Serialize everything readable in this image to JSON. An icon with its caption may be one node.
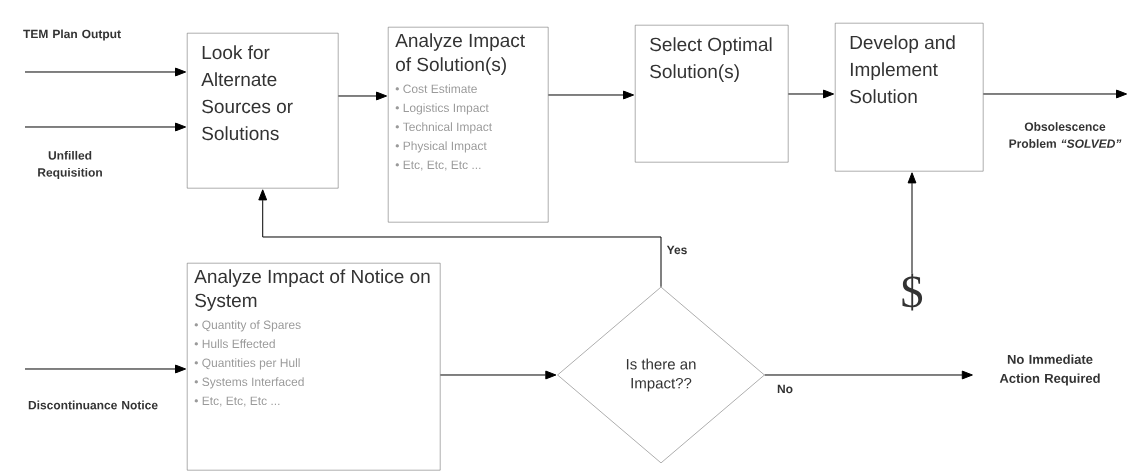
{
  "diagram": {
    "nodes": [
      {
        "text": [
          "Look for Alternate Sources or Solutions"
        ]
      },
      {
        "text": [
          "Analyze Impact of Solution(s)",
          "• Cost Estimate",
          "• Logistics Impact",
          "• Technical Impact",
          "• Physical Impact",
          "• Etc, Etc, Etc ..."
        ]
      },
      {
        "text": [
          "Select Optimal Solution(s)"
        ]
      },
      {
        "text": [
          "Develop and Implement Solution"
        ]
      },
      {
        "text": [
          "Analyze Impact of Notice on System",
          "• Quantity of Spares",
          "• Hulls Effected",
          "• Quantities per Hull",
          "• Systems Interfaced",
          "• Etc, Etc, Etc ..."
        ]
      },
      {
        "text": [
          "Is there an Impact??"
        ]
      },
      {
        "text": [
          "$"
        ]
      },
      {
        "text": [
          "No Immediate Action Required"
        ]
      }
    ],
    "edges": [
      {
        "from": null,
        "to": 0,
        "arrow": "to",
        "label": "TEM Plan Output"
      },
      {
        "from": null,
        "to": 0,
        "arrow": "to",
        "label": "Unfilled Requisition"
      },
      {
        "from": 0,
        "to": 1,
        "arrow": "to"
      },
      {
        "from": 1,
        "to": 2,
        "arrow": "to"
      },
      {
        "from": 2,
        "to": 3,
        "arrow": "to"
      },
      {
        "from": 3,
        "to": null,
        "arrow": "to",
        "label": "Obsolescence Problem *“SOLVED”*"
      },
      {
        "from": null,
        "to": 4,
        "arrow": "to",
        "label": "Discontinuance Notice"
      },
      {
        "from": 4,
        "to": 5,
        "arrow": "to"
      },
      {
        "from": 5,
        "to": 0,
        "arrow": "to",
        "label": "Yes"
      },
      {
        "from": 5,
        "to": 7,
        "arrow": "to",
        "label": "No"
      },
      {
        "from": 6,
        "to": 3,
        "arrow": "to"
      }
    ]
  }
}
